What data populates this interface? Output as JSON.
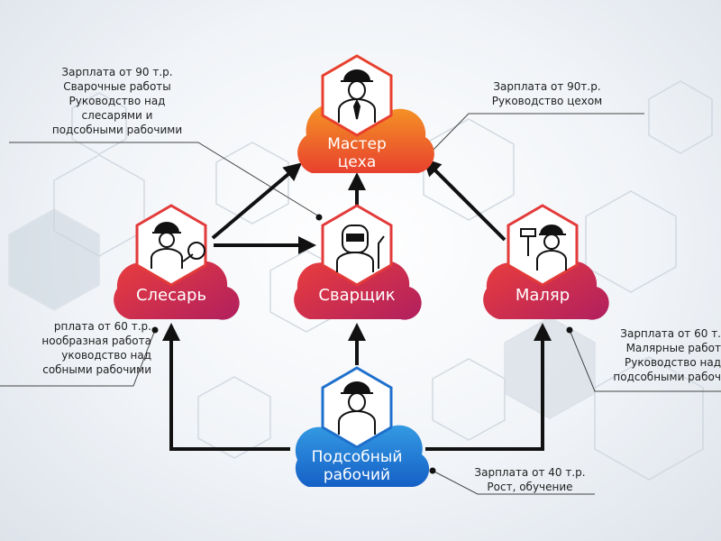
{
  "nodes": {
    "master": {
      "label_lines": [
        "Мастер",
        "цеха"
      ],
      "icon": "foreman-tie-icon"
    },
    "locksmith": {
      "label": "Слесарь",
      "icon": "worker-grinder-icon"
    },
    "welder": {
      "label": "Сварщик",
      "icon": "welder-mask-icon"
    },
    "painter": {
      "label": "Маляр",
      "icon": "painter-roller-icon"
    },
    "helper": {
      "label_lines": [
        "Подсобный",
        "рабочий"
      ],
      "icon": "worker-helmet-icon"
    }
  },
  "notes": {
    "master_left": [
      "Зарплата от 90 т.р.",
      "Сварочные работы",
      "Руководство над",
      "слесарями и",
      "подсобными рабочими"
    ],
    "master_right": [
      "Зарплата от 90т.р.",
      "Руководство цехом"
    ],
    "locksmith": [
      "рплата от 60 т.р.",
      "нообразная работа",
      "уководство над",
      "собными рабочими"
    ],
    "painter": [
      "Зарплата от 60 т.",
      "Малярные работ",
      "Руководство над",
      "подсобными рабоч"
    ],
    "helper": [
      "Зарплата от 40 т.р.",
      "Рост, обучение"
    ]
  },
  "colors": {
    "top_gradient": [
      "#f5a623",
      "#e8402e"
    ],
    "mid_gradient": [
      "#ee3b3b",
      "#b0205e"
    ],
    "bottom_gradient": [
      "#3ab0ee",
      "#1565c8"
    ],
    "hex_border": "#e33a3a",
    "arrow": "#111111"
  }
}
